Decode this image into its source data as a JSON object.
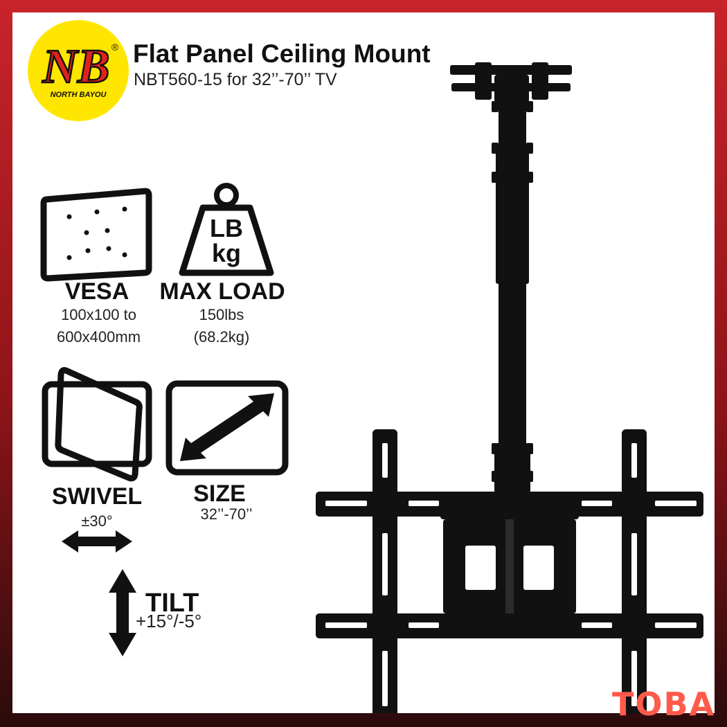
{
  "logo": {
    "letters": "NB",
    "registered": "®",
    "brand": "NORTH BAYOU"
  },
  "product": {
    "title": "Flat Panel Ceiling Mount",
    "subtitle": "NBT560-15 for 32’’-70’’ TV"
  },
  "features": {
    "vesa": {
      "label": "VESA",
      "detail_line1": "100x100 to",
      "detail_line2": "600x400mm",
      "icon": "vesa-pattern-icon"
    },
    "max_load": {
      "label": "MAX LOAD",
      "detail_line1": "150lbs",
      "detail_line2": "(68.2kg)",
      "weight_text_top": "LB",
      "weight_text_bottom": "kg",
      "icon": "weight-icon"
    },
    "swivel": {
      "label": "SWIVEL",
      "detail": "±30°",
      "icon": "swivel-icon"
    },
    "size": {
      "label": "SIZE",
      "detail": "32’’-70’’",
      "icon": "diagonal-size-icon"
    },
    "tilt": {
      "label": "TILT",
      "detail": "+15°/-5°",
      "icon": "tilt-arrow-icon"
    }
  },
  "watermark": "TOBA",
  "colors": {
    "logo_yellow": "#ffe600",
    "logo_red": "#e2211c",
    "frame_red": "#c8242a",
    "mount_black": "#111111",
    "watermark": "#ff5a4a"
  }
}
